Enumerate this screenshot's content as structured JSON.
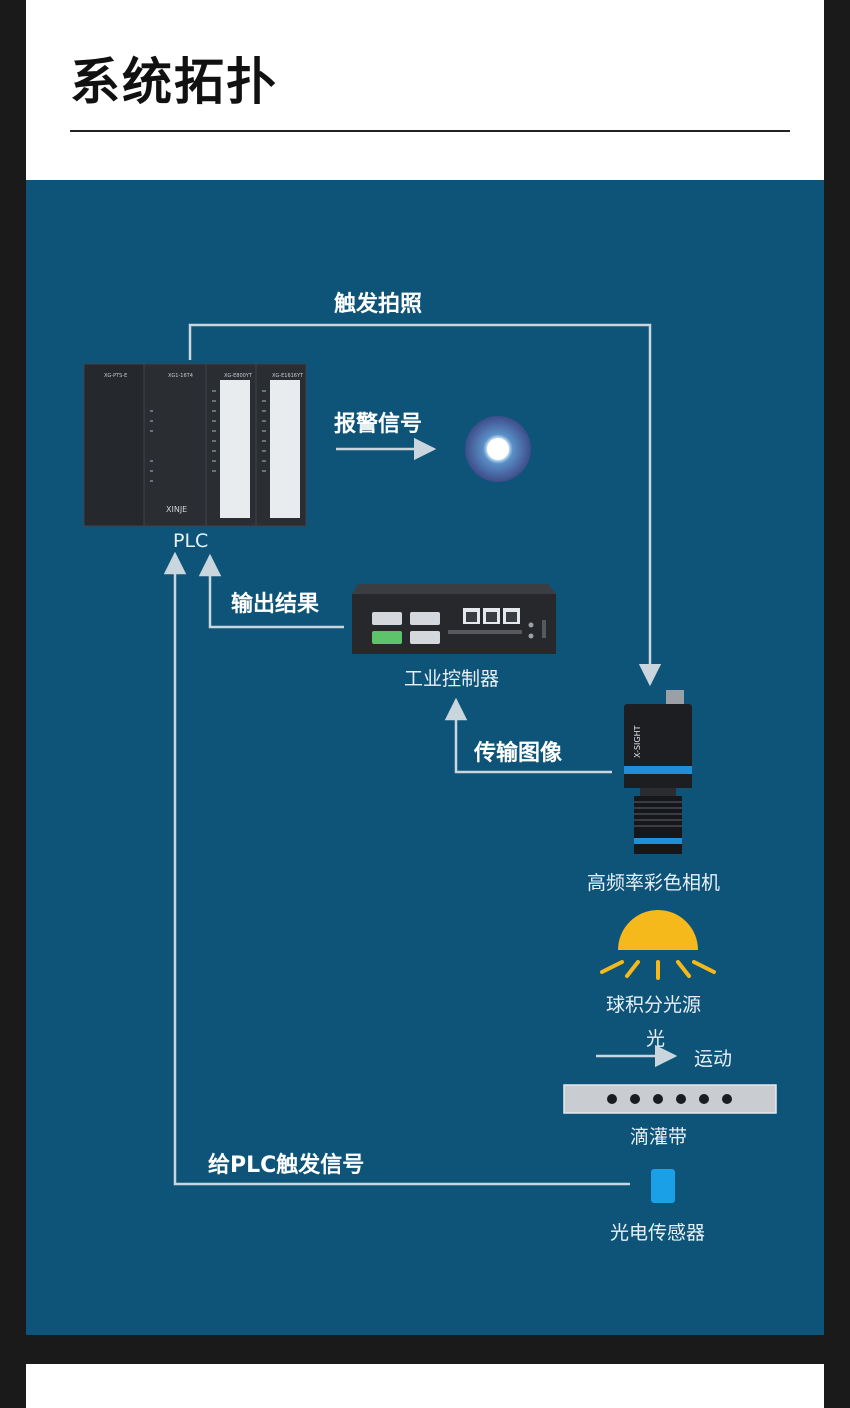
{
  "header": {
    "title": "系统拓扑"
  },
  "diagram": {
    "edges": {
      "trigger_photo": "触发拍照",
      "alarm_signal": "报警信号",
      "output_result": "输出结果",
      "transmit_image": "传输图像",
      "light": "光",
      "motion": "运动",
      "plc_trigger": "给PLC触发信号"
    },
    "nodes": {
      "plc": "PLC",
      "controller": "工业控制器",
      "camera": "高频率彩色相机",
      "light_source": "球积分光源",
      "drip_tape": "滴灌带",
      "sensor": "光电传感器"
    },
    "device_text": {
      "plc_brand": "XINJE",
      "plc_module_1": "XG-PTS-E",
      "plc_module_2": "XG1-16T4",
      "plc_module_3": "XG-E800YT",
      "plc_module_4": "XG-E1616YT",
      "camera_brand": "X-SIGHT"
    },
    "colors": {
      "panel_bg": "#0e5479",
      "arrow": "#c9d6de",
      "light_yellow": "#f6b91c",
      "camera_accent": "#1e8fd8",
      "sensor_blue": "#1aa0e6"
    }
  }
}
